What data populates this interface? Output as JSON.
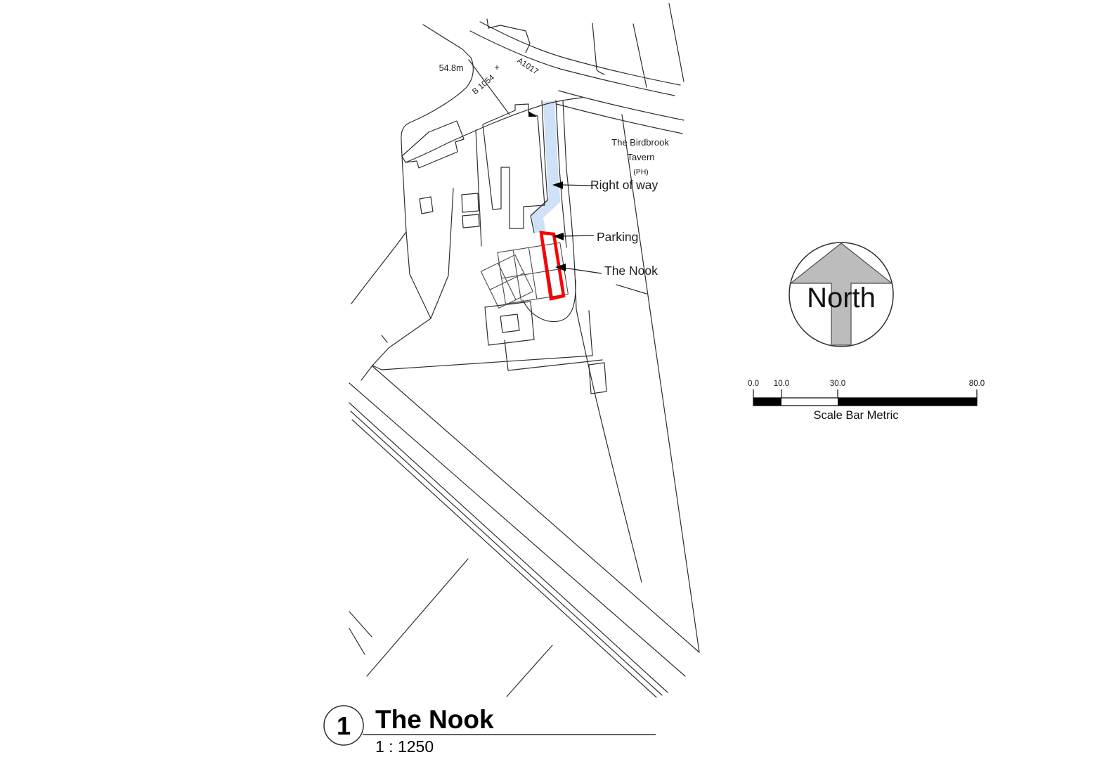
{
  "map": {
    "labels": {
      "spot_height": "54.8m",
      "survey_cross": "+",
      "road_a": "A1017",
      "road_b": "B 1054",
      "tavern_line1": "The Birdbrook",
      "tavern_line2": "Tavern",
      "tavern_line3": "(PH)",
      "right_of_way": "Right of way",
      "parking": "Parking",
      "the_nook": "The Nook"
    },
    "colors": {
      "site_highlight": "#ff0000",
      "right_of_way_fill": "#cfe1f6",
      "line": "#2e2e2e",
      "north_arrow_fill": "#bcbcbc"
    }
  },
  "north_arrow": {
    "label": "North"
  },
  "scale_bar": {
    "ticks": [
      "0.0",
      "10.0",
      "30.0",
      "80.0"
    ],
    "caption": "Scale Bar Metric"
  },
  "title_block": {
    "number": "1",
    "title": "The Nook",
    "scale": "1 : 1250"
  }
}
